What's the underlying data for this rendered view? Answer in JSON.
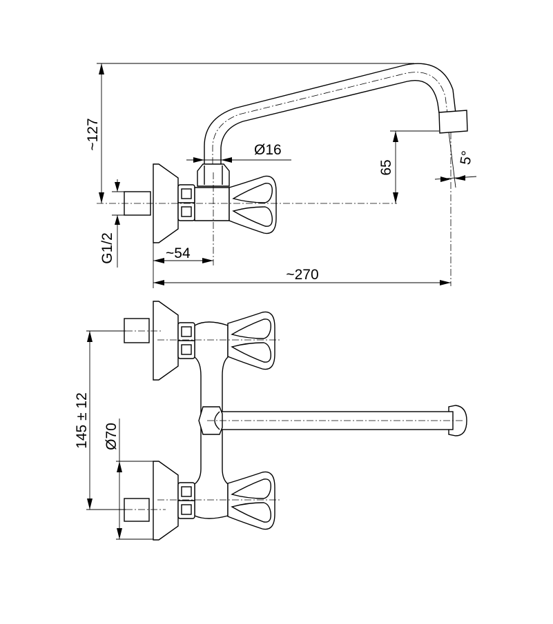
{
  "drawing": {
    "side_view": {
      "height_label": "~127",
      "pipe_diameter_label": "Ø16",
      "spout_height_label": "65",
      "angle_label": "5°",
      "thread_label": "G1/2",
      "depth_label": "~54",
      "reach_label": "~270"
    },
    "front_view": {
      "spacing_label": "145 ± 12",
      "escutcheon_diameter_label": "Ø70"
    }
  }
}
